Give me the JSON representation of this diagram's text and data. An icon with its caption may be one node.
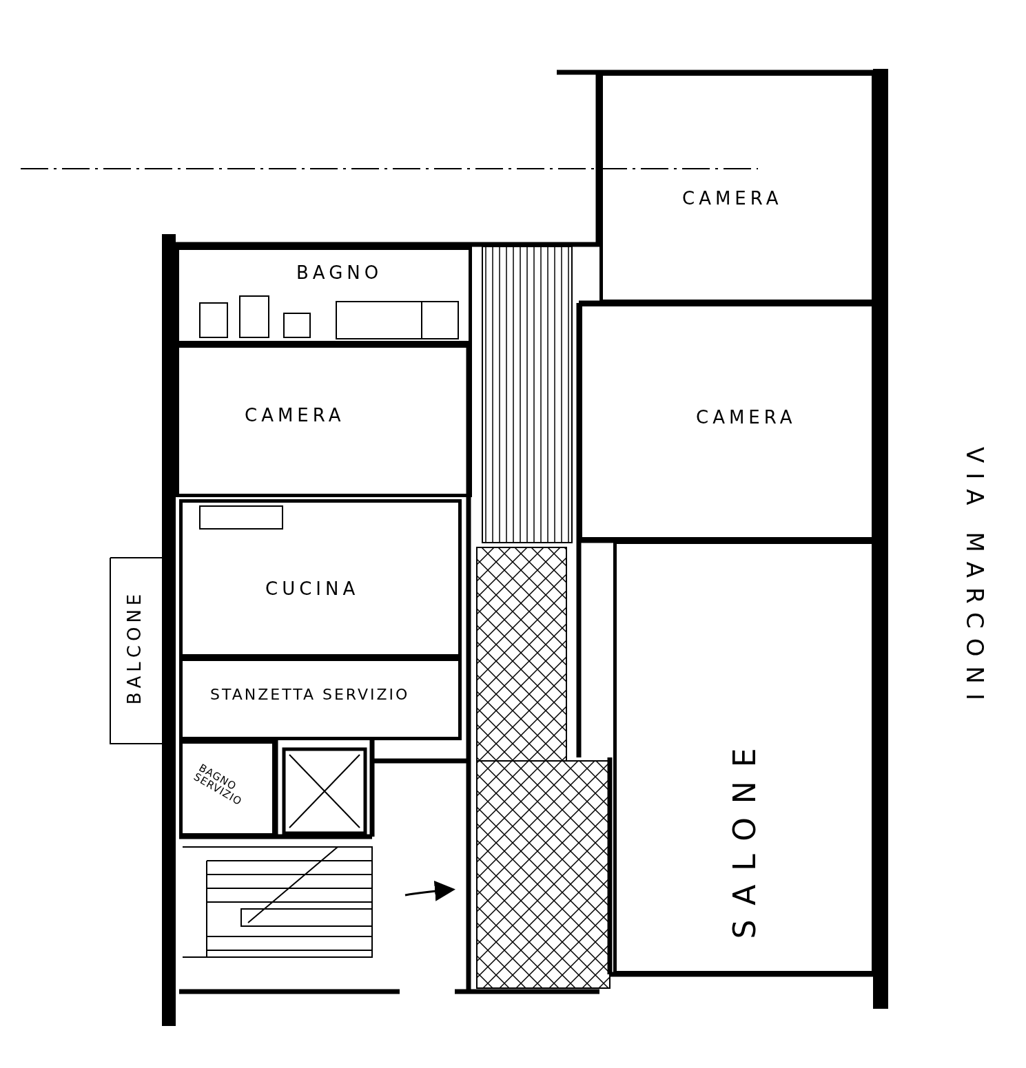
{
  "diagram": {
    "nodes": [
      {
        "text": [
          "CAMERA"
        ]
      },
      {
        "text": [
          "BAGNO"
        ]
      },
      {
        "text": [
          "CAMERA"
        ]
      },
      {
        "text": [
          "CAMERA"
        ]
      },
      {
        "text": [
          "CUCINA"
        ]
      },
      {
        "text": [
          "BALCONE"
        ]
      },
      {
        "text": [
          "STANZETTA SERVIZIO"
        ]
      },
      {
        "text": [
          "BAGNO SERVIZIO"
        ]
      },
      {
        "text": [
          "SALONE"
        ]
      }
    ],
    "labels": [
      "VIA MARCONI"
    ]
  }
}
